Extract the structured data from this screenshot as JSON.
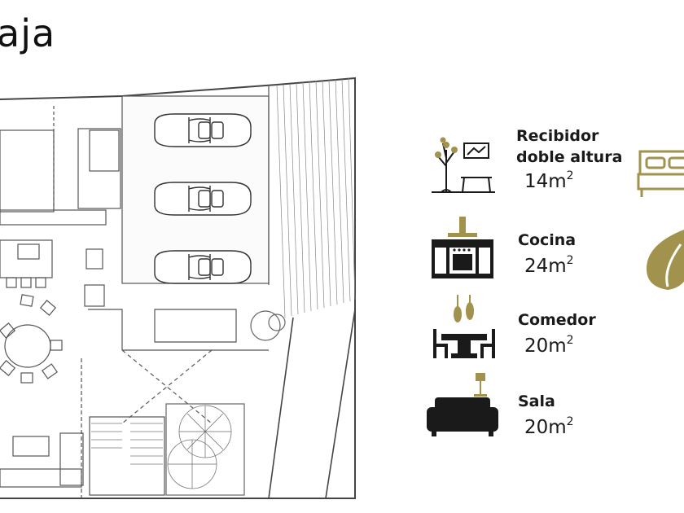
{
  "title": "aja",
  "colors": {
    "gold": "#a1934e",
    "dark": "#1a1a1a",
    "plan_line": "#555555"
  },
  "legend": [
    {
      "name": "Recibidor\ndoble  altura",
      "area_value": "14m",
      "area_exp": "2",
      "icon": "entry-hall-icon"
    },
    {
      "name": "Cocina",
      "area_value": "24m",
      "area_exp": "2",
      "icon": "kitchen-icon"
    },
    {
      "name": "Comedor",
      "area_value": "20m",
      "area_exp": "2",
      "icon": "dining-icon"
    },
    {
      "name": "Sala",
      "area_value": "20m",
      "area_exp": "2",
      "icon": "living-room-icon"
    }
  ],
  "side_icons": [
    "bed-icon",
    "leaf-icon"
  ]
}
